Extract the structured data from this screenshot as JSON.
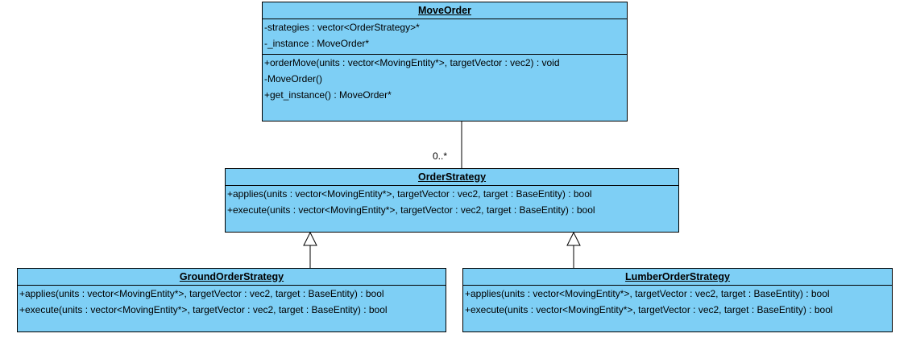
{
  "move_order": {
    "name": "MoveOrder",
    "attributes": [
      "-strategies : vector<OrderStrategy>*",
      "-_instance : MoveOrder*"
    ],
    "operations": [
      "+orderMove(units : vector<MovingEntity*>, targetVector : vec2) : void",
      "-MoveOrder()",
      "+get_instance() : MoveOrder*"
    ]
  },
  "order_strategy": {
    "name": "OrderStrategy",
    "operations": [
      "+applies(units : vector<MovingEntity*>, targetVector : vec2, target : BaseEntity) : bool",
      "+execute(units : vector<MovingEntity*>, targetVector : vec2, target : BaseEntity) : bool"
    ]
  },
  "ground_order_strategy": {
    "name": "GroundOrderStrategy",
    "operations": [
      "+applies(units : vector<MovingEntity*>, targetVector : vec2, target : BaseEntity) : bool",
      "+execute(units : vector<MovingEntity*>, targetVector : vec2, target : BaseEntity) : bool"
    ]
  },
  "lumber_order_strategy": {
    "name": "LumberOrderStrategy",
    "operations": [
      "+applies(units : vector<MovingEntity*>, targetVector : vec2, target : BaseEntity) : bool",
      "+execute(units : vector<MovingEntity*>, targetVector : vec2, target : BaseEntity) : bool"
    ]
  },
  "association": {
    "multiplicity": "0..*"
  },
  "colors": {
    "class_fill": "#7ecff5",
    "border": "#000000"
  }
}
